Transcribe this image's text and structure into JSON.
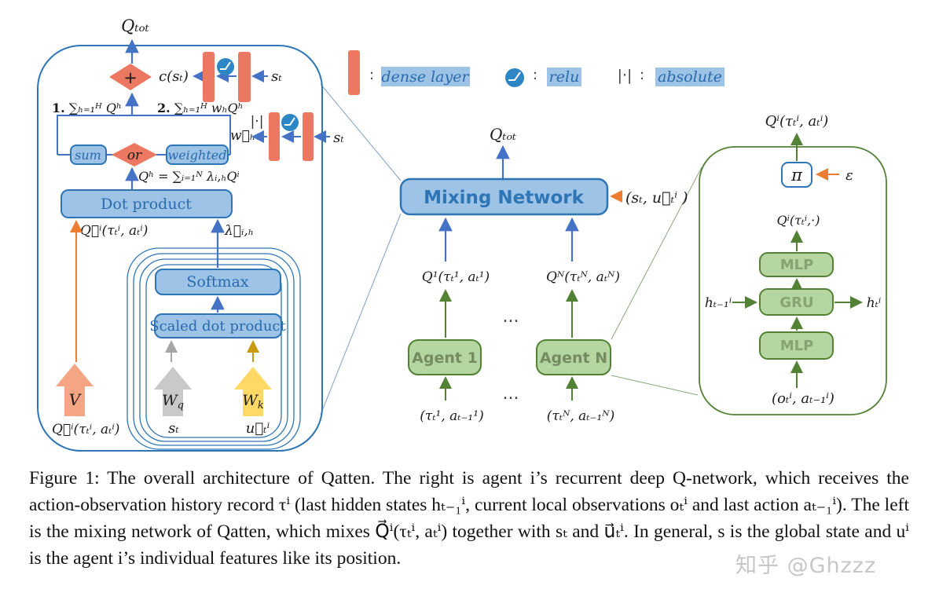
{
  "legend": {
    "colon": ":",
    "dense_label": "dense layer",
    "relu_label": "relu",
    "abs_symbol": "|·|",
    "abs_label": "absolute"
  },
  "left_panel": {
    "q_tot": "Qₜₒₜ",
    "plus": "+",
    "c_st": "c(sₜ)",
    "s_t": "sₜ",
    "f1_num": "1.",
    "f1_expr": " ∑ₕ₌₁ᴴ Qʰ",
    "f2_num": "2.",
    "f2_expr": " ∑ₕ₌₁ᴴ wₕQʰ",
    "sum": "sum",
    "or": "or",
    "weighted": "weighted",
    "wh_vec": "w⃗ₕ",
    "abs_symbol": "|·|",
    "qh_formula": "Qʰ = ∑ᵢ₌₁ᴺ λᵢ,ₕQⁱ",
    "dot_product": "Dot product",
    "qi_vec": "Q⃗ⁱ(τₜⁱ, aₜⁱ)",
    "lambda_vec": "λ⃗ᵢ,ₕ",
    "softmax": "Softmax",
    "scaled_dot": "Scaled dot product",
    "v_label": "V",
    "w_letter": "W",
    "q_sub": "q",
    "k_sub": "k",
    "u_vec": "u⃗ₜⁱ"
  },
  "middle": {
    "q_tot": "Qₜₒₜ",
    "mixing": "Mixing Network",
    "state_input": "(sₜ, u⃗ₜⁱ )",
    "q1": "Q¹(τₜ¹, aₜ¹)",
    "qN": "Qᴺ(τₜᴺ, aₜᴺ)",
    "dots": "...",
    "agent1": "Agent 1",
    "agentN": "Agent N",
    "in1": "(τₜ¹, aₜ₋₁¹)",
    "inN": "(τₜᴺ, aₜ₋₁ᴺ)"
  },
  "right_panel": {
    "qi_out": "Qⁱ(τₜⁱ, aₜⁱ)",
    "pi": "π",
    "epsilon": "ε",
    "qi_all": "Qⁱ(τₜⁱ,·)",
    "mlp_top": "MLP",
    "gru": "GRU",
    "mlp_bottom": "MLP",
    "h_prev": "hₜ₋₁ⁱ",
    "h_next": "hₜⁱ",
    "obs_in": "(oₜⁱ, aₜ₋₁ⁱ)"
  },
  "caption": {
    "text": "Figure 1: The overall architecture of Qatten. The right is agent i’s recurrent deep Q-network, which receives the action-observation history record τⁱ (last hidden states hₜ₋₁ⁱ, current local observations oₜⁱ and last action aₜ₋₁ⁱ). The left is the mixing network of Qatten, which mixes Q⃗ⁱ(τₜⁱ, aₜⁱ) together with sₜ and u⃗ₜⁱ. In general, s is the global state and uⁱ is the agent i’s individual features like its position."
  },
  "watermark": "知乎 @Ghzzz",
  "colors": {
    "blue_fill": "#9DC3E6",
    "blue_border": "#2E75B6",
    "blue_arrow": "#4472C4",
    "salmon": "#ED7861",
    "salmon_light": "#F4A583",
    "orange": "#ED7D31",
    "green_fill": "#B5D6A0",
    "green_border": "#538135",
    "gray_fill": "#C9C9C9",
    "gold_fill": "#FFD966",
    "relu_blue": "#2E86C5"
  }
}
